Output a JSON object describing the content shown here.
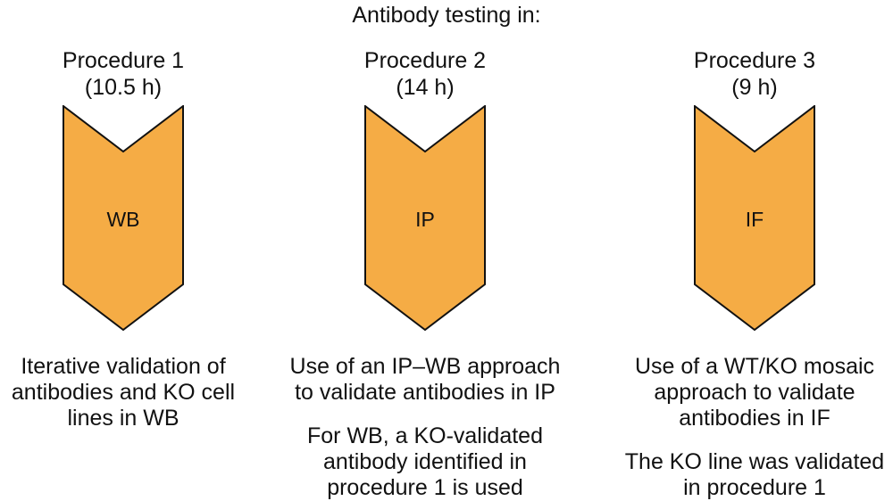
{
  "title": "Antibody testing in:",
  "colors": {
    "chevron_fill": "#F5AC45",
    "chevron_stroke": "#111111",
    "text": "#111111"
  },
  "procedures": [
    {
      "name": "Procedure 1",
      "time": "(10.5 h)",
      "method": "WB",
      "description": [
        "Iterative validation of",
        "antibodies and KO cell",
        "lines in WB"
      ],
      "note": []
    },
    {
      "name": "Procedure 2",
      "time": "(14 h)",
      "method": "IP",
      "description": [
        "Use of an IP–WB approach",
        "to validate antibodies in IP"
      ],
      "note": [
        "For WB, a KO-validated",
        "antibody identified in",
        "procedure 1 is used"
      ]
    },
    {
      "name": "Procedure 3",
      "time": "(9 h)",
      "method": "IF",
      "description": [
        "Use of a WT/KO mosaic",
        "approach to validate",
        "antibodies in IF"
      ],
      "note": [
        "The KO line was validated",
        "in procedure 1"
      ]
    }
  ]
}
